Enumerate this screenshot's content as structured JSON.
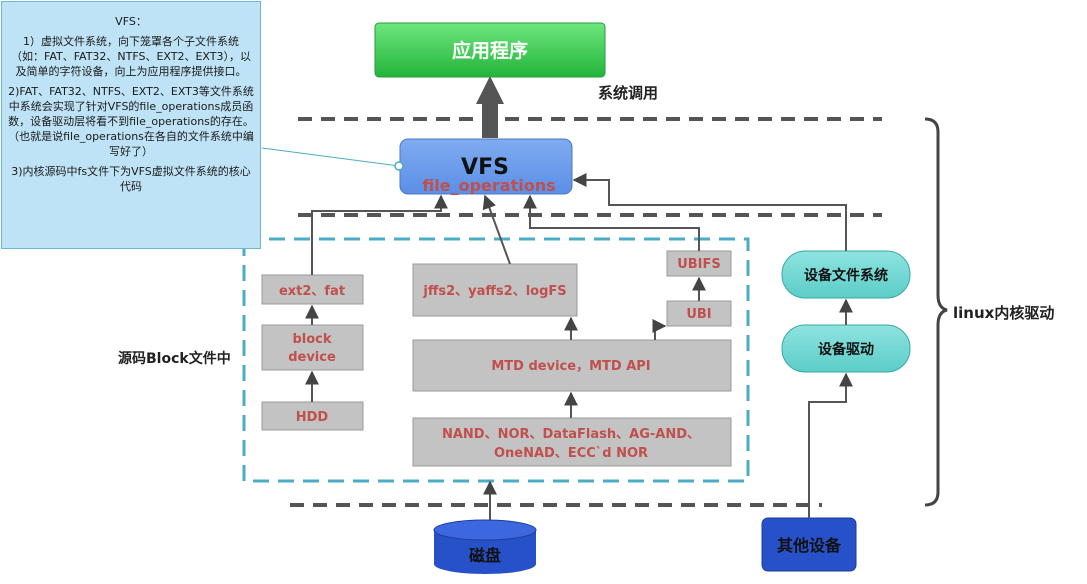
{
  "note": {
    "title": "VFS：",
    "line1": "1）虚拟文件系统，向下笼罩各个子文件系统（如：FAT、FAT32、NTFS、EXT2、EXT3），以及简单的字符设备，向上为应用程序提供接口。",
    "line2": "2)FAT、FAT32、NTFS、EXT2、EXT3等文件系统中系统会实现了针对VFS的file_operations成员函数，设备驱动层将看不到file_operations的存在。（也就是说file_operations在各自的文件系统中编写好了）",
    "line3": "3)内核源码中fs文件下为VFS虚拟文件系统的核心代码"
  },
  "nodes": {
    "app": "应用程序",
    "syscall": "系统调用",
    "vfs_title": "VFS",
    "vfs_sub": "file_operations",
    "ext2": "ext2、fat",
    "block1": "block",
    "block2": "device",
    "hdd": "HDD",
    "jffs": "jffs2、yaffs2、logFS",
    "ubifs": "UBIFS",
    "ubi": "UBI",
    "mtd": "MTD device，MTD API",
    "nand1": "NAND、NOR、DataFlash、AG-AND、",
    "nand2": "OneNAD、ECC`d  NOR",
    "devfs": "设备文件系统",
    "devdrv": "设备驱动",
    "disk": "磁盘",
    "other": "其他设备",
    "block_label": "源码Block文件中",
    "kernel_label": "linux内核驱动"
  },
  "colors": {
    "gray_box": "#c3c3c3",
    "red_text": "#c0504d",
    "vfs_blue": "#6d9eeb",
    "green": "#3ecb55",
    "cyan": "#73d8d4",
    "navy": "#2751c9",
    "dash_cyan": "#4bacc6"
  }
}
